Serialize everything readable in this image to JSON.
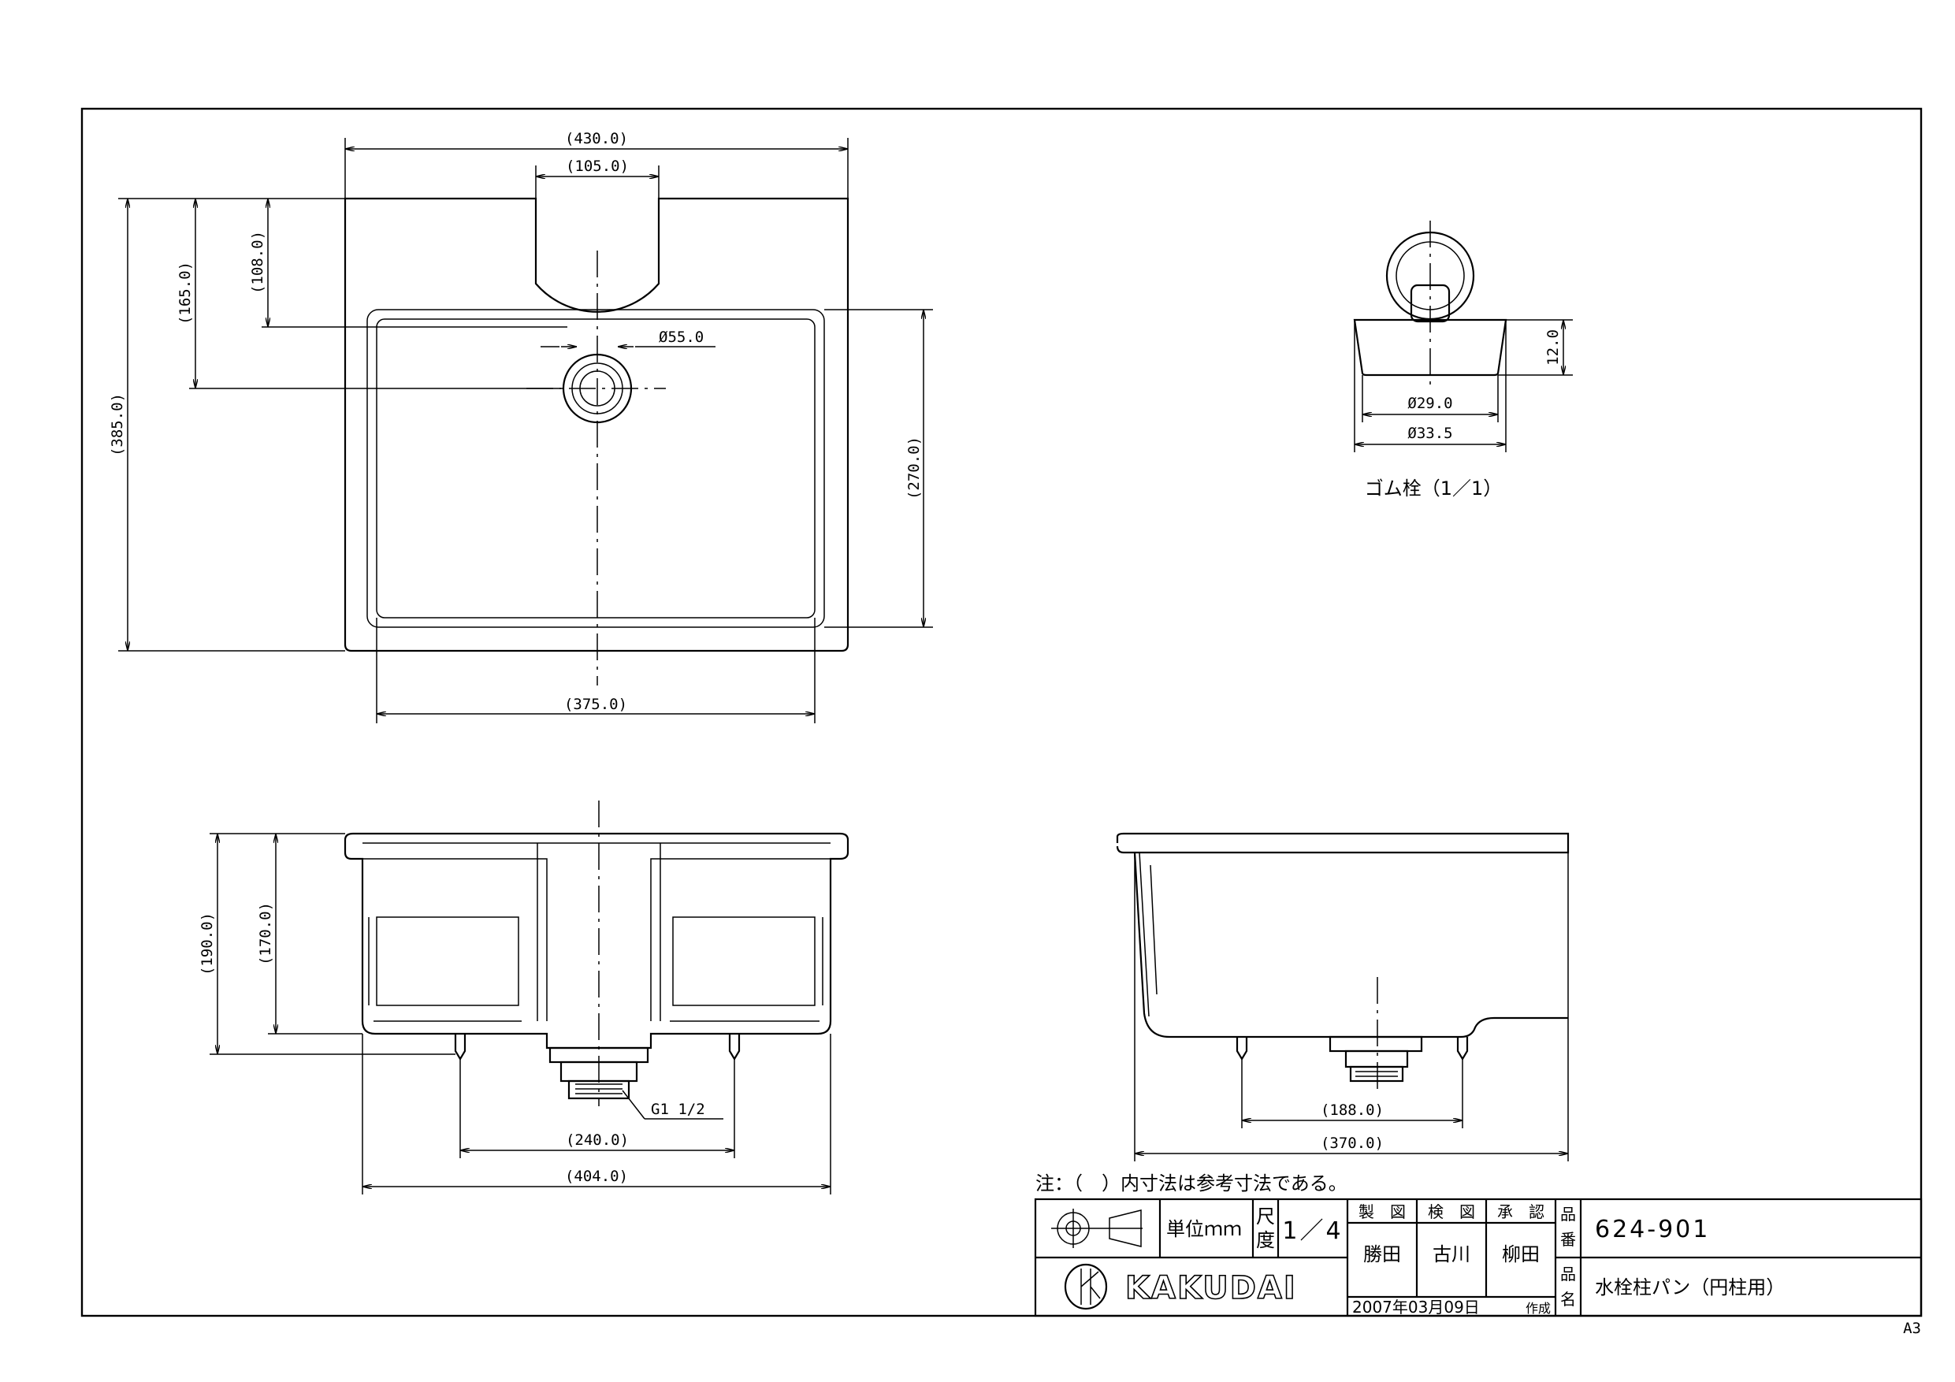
{
  "plan_view": {
    "dims": {
      "overall_width": "(430.0)",
      "slot_width": "(105.0)",
      "overall_depth": "(385.0)",
      "drain_offset": "(165.0)",
      "slot_depth": "(108.0)",
      "drain_dia": "Ø55.0",
      "inner_depth": "(270.0)",
      "inner_width": "(375.0)"
    }
  },
  "front_view": {
    "dims": {
      "overall_height": "(190.0)",
      "inner_height": "(170.0)",
      "thread": "G1 1/2",
      "leg_span": "(240.0)",
      "base_width": "(404.0)"
    }
  },
  "side_view": {
    "dims": {
      "leg_span": "(188.0)",
      "overall_length": "(370.0)"
    }
  },
  "plug_detail": {
    "dims": {
      "height": "12.0",
      "bottom_dia": "Ø29.0",
      "top_dia": "Ø33.5"
    },
    "caption": "ゴム栓（1／1）"
  },
  "note": "注：（　）内寸法は参考寸法である。",
  "title_block": {
    "unit_label": "単位ｍｍ",
    "scale_label_1": "尺",
    "scale_label_2": "度",
    "scale_value": "1／4",
    "drawn_by_label": "製　図",
    "checked_by_label": "検　図",
    "approved_by_label": "承　認",
    "drawn_by": "勝田",
    "checked_by": "古川",
    "approved_by": "柳田",
    "date": "2007年03月09日",
    "created_label": "作成",
    "part_no_label_1": "品",
    "part_no_label_2": "番",
    "part_no": "624-901",
    "name_label_1": "品",
    "name_label_2": "名",
    "part_name": "水栓柱パン（円柱用）",
    "brand": "KAKUDAI"
  },
  "sheet_size": "A3"
}
